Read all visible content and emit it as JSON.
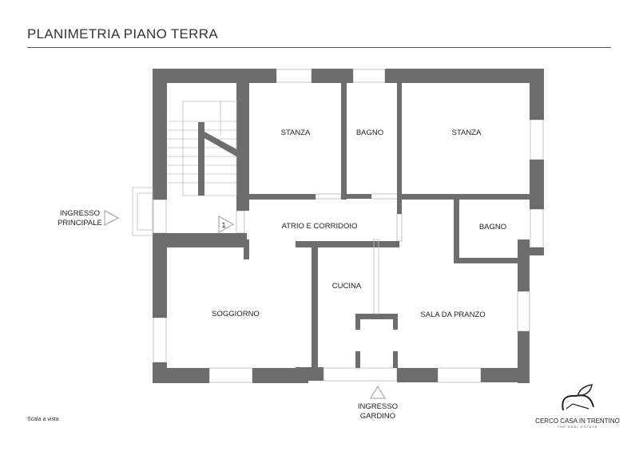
{
  "title": "PLANIMETRIA PIANO TERRA",
  "rooms": {
    "stanza_1": "STANZA",
    "bagno_1": "BAGNO",
    "stanza_2": "STANZA",
    "atrio": "ATRIO E CORRIDOIO",
    "bagno_2": "BAGNO",
    "soggiorno": "SOGGIORNO",
    "cucina": "CUCINA",
    "sala": "SALA DA PRANZO"
  },
  "entrances": {
    "main_l1": "INGRESSO",
    "main_l2": "PRINCIPALE",
    "garden_l1": "INGRESSO",
    "garden_l2": "GARDINO",
    "step_marker": "1"
  },
  "scale_note": "Scala a vista",
  "logo": {
    "name": "CERCO CASA IN TRENTINO",
    "tagline": "THE REAL ESTATE"
  },
  "colors": {
    "wall": "#6d6d6d"
  }
}
